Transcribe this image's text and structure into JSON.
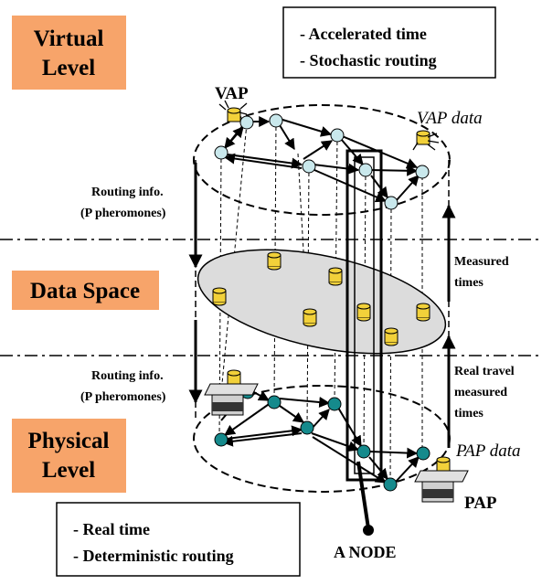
{
  "levels": {
    "virtual": [
      "Virtual",
      "Level"
    ],
    "data_space": "Data Space",
    "physical": [
      "Physical",
      "Level"
    ]
  },
  "virtual_notes": [
    "- Accelerated time",
    "- Stochastic routing"
  ],
  "physical_notes": [
    "- Real time",
    "- Deterministic routing"
  ],
  "labels": {
    "vap": "VAP",
    "vap_data": "VAP data",
    "pap": "PAP",
    "pap_data": "PAP data",
    "a_node": "A NODE",
    "routing_top": [
      "Routing info.",
      "(P pheromones)"
    ],
    "routing_bottom": [
      "Routing info.",
      "(P pheromones)"
    ],
    "measured_times": [
      "Measured",
      "times"
    ],
    "real_travel": [
      "Real travel",
      "measured",
      "times"
    ]
  },
  "colors": {
    "level_box": "#f7a46a",
    "virtual_node": "#c9e8ec",
    "physical_node": "#158a8c",
    "data_ellipse": "#dcdcdc",
    "cylinder": "#f2d13a"
  }
}
